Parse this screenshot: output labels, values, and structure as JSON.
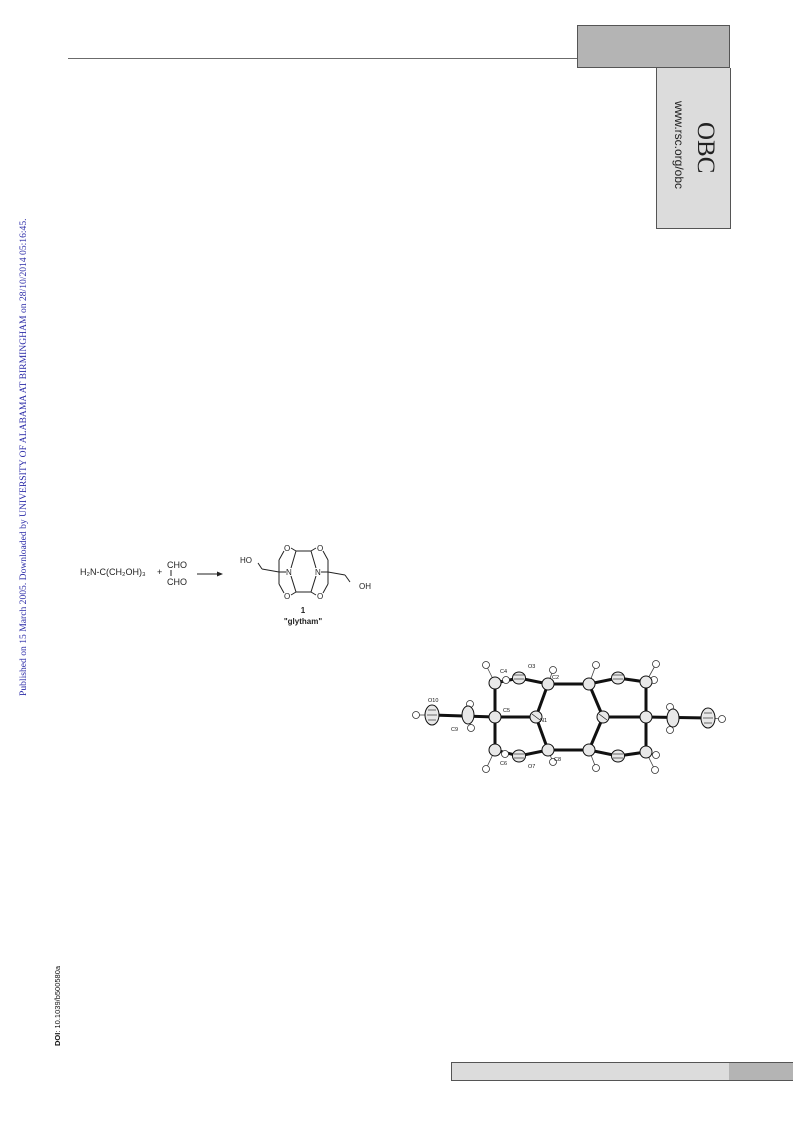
{
  "header": {
    "journal_abbrev": "OBC",
    "journal_url": "www.rsc.org/obc"
  },
  "sidebar": {
    "publish_note": "Published on 15 March 2005. Downloaded by UNIVERSITY OF ALABAMA AT BIRMINGHAM on 28/10/2014 05:16:45.",
    "doi_label": "DOI",
    "doi_value": ": 10.1039/b500580a"
  },
  "scheme": {
    "reactant_amine": "H₂N-C(CH₂OH)₃",
    "plus": "+",
    "dialdehyde_top": "CHO",
    "dialdehyde_bottom": "CHO",
    "ho_left": "HO",
    "oh_right": "OH",
    "n_left": "N",
    "n_right": "N",
    "o_label": "O",
    "compound_number": "1",
    "compound_name": "\"glytham\""
  },
  "crystal_structure": {
    "atom_labels": {
      "o10": "O10",
      "c9": "C9",
      "c5": "C5",
      "c4": "C4",
      "o3": "O3",
      "c2": "C2",
      "n1": "N1",
      "c6": "C6",
      "o7": "O7",
      "c8": "C8"
    }
  },
  "colors": {
    "publish_note": "#2c2ca8",
    "grey_box": "#b4b4b4",
    "light_box": "#dcdcdc"
  }
}
